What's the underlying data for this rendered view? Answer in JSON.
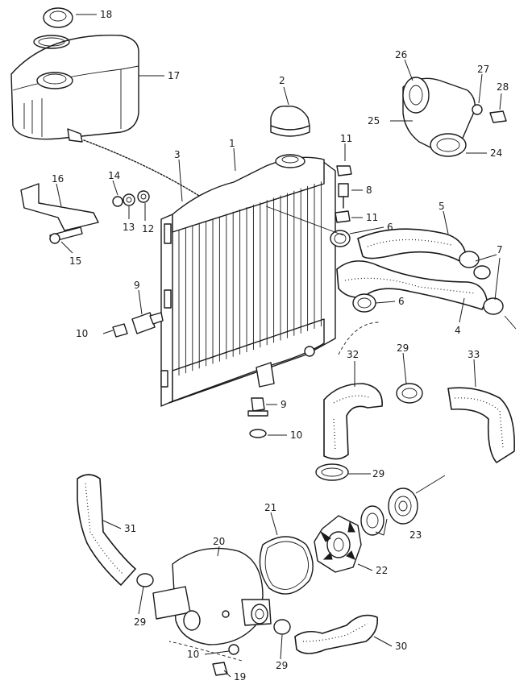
{
  "callouts": [
    {
      "id": "c18",
      "label": "18"
    },
    {
      "id": "c17",
      "label": "17"
    },
    {
      "id": "c26",
      "label": "26"
    },
    {
      "id": "c27",
      "label": "27"
    },
    {
      "id": "c28",
      "label": "28"
    },
    {
      "id": "c25",
      "label": "25"
    },
    {
      "id": "c24",
      "label": "24"
    },
    {
      "id": "c2",
      "label": "2"
    },
    {
      "id": "c1",
      "label": "1"
    },
    {
      "id": "c3",
      "label": "3"
    },
    {
      "id": "c11a",
      "label": "11"
    },
    {
      "id": "c8",
      "label": "8"
    },
    {
      "id": "c11b",
      "label": "11"
    },
    {
      "id": "c16",
      "label": "16"
    },
    {
      "id": "c14",
      "label": "14"
    },
    {
      "id": "c13",
      "label": "13"
    },
    {
      "id": "c12",
      "label": "12"
    },
    {
      "id": "c15",
      "label": "15"
    },
    {
      "id": "c6a",
      "label": "6"
    },
    {
      "id": "c5",
      "label": "5"
    },
    {
      "id": "c7",
      "label": "7"
    },
    {
      "id": "c6b",
      "label": "6"
    },
    {
      "id": "c4",
      "label": "4"
    },
    {
      "id": "c9a",
      "label": "9"
    },
    {
      "id": "c10a",
      "label": "10"
    },
    {
      "id": "c32",
      "label": "32"
    },
    {
      "id": "c29a",
      "label": "29"
    },
    {
      "id": "c33",
      "label": "33"
    },
    {
      "id": "c9b",
      "label": "9"
    },
    {
      "id": "c10b",
      "label": "10"
    },
    {
      "id": "c29b",
      "label": "29"
    },
    {
      "id": "c31",
      "label": "31"
    },
    {
      "id": "c21",
      "label": "21"
    },
    {
      "id": "c20",
      "label": "20"
    },
    {
      "id": "c23",
      "label": "23"
    },
    {
      "id": "c22",
      "label": "22"
    },
    {
      "id": "c29c",
      "label": "29"
    },
    {
      "id": "c30",
      "label": "30"
    },
    {
      "id": "c10c",
      "label": "10"
    },
    {
      "id": "c29d",
      "label": "29"
    },
    {
      "id": "c19",
      "label": "19"
    }
  ]
}
